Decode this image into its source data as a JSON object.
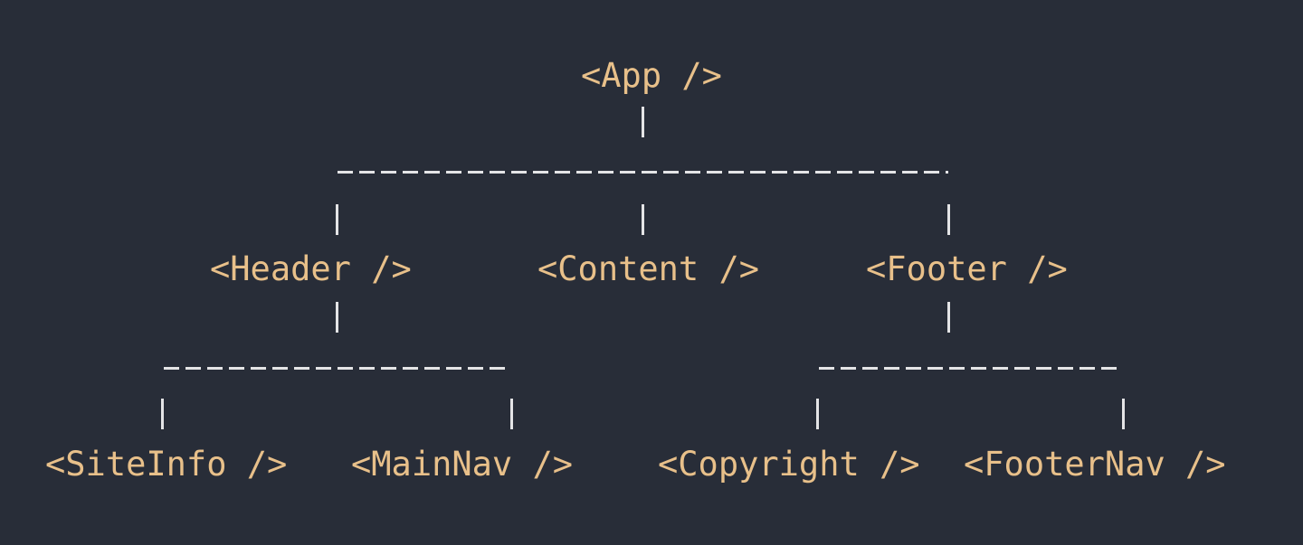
{
  "tree": {
    "root": "<App />",
    "level1": [
      "<Header />",
      "<Content />",
      "<Footer />"
    ],
    "header_children": [
      "<SiteInfo />",
      "<MainNav />"
    ],
    "footer_children": [
      "<Copyright />",
      "<FooterNav />"
    ]
  },
  "colors": {
    "background": "#282d38",
    "node_text": "#e8c08a",
    "connector": "#e4e4e6"
  }
}
